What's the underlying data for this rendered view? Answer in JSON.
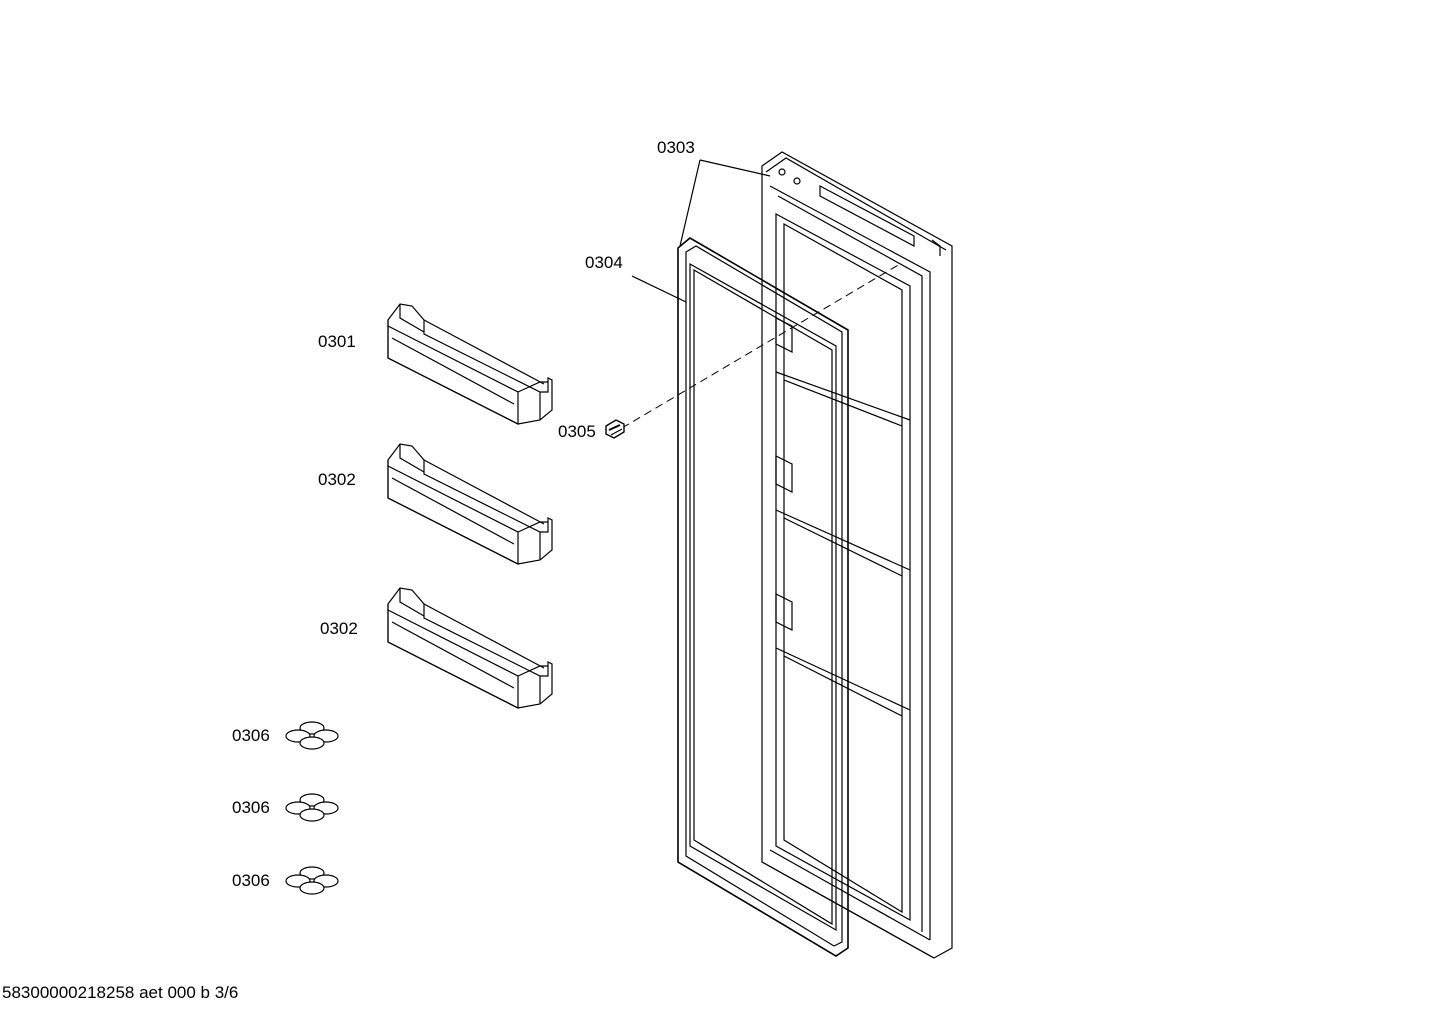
{
  "labels": {
    "p0303": "0303",
    "p0304": "0304",
    "p0301": "0301",
    "p0302a": "0302",
    "p0302b": "0302",
    "p0305": "0305",
    "p0306a": "0306",
    "p0306b": "0306",
    "p0306c": "0306"
  },
  "footer": "58300000218258 aet 000 b 3/6"
}
